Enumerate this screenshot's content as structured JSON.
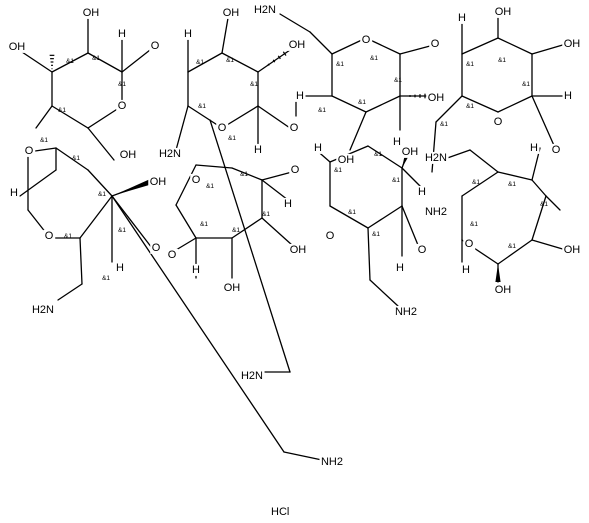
{
  "labels": {
    "hydroxyl": "OH",
    "ring_oxygen": "O",
    "hydrogen": "H",
    "amine": "NH2",
    "amine_left": "H2N",
    "stereo": "&1",
    "salt": "HCl"
  },
  "colors": {
    "ink": "#000000",
    "background": "#ffffff"
  }
}
